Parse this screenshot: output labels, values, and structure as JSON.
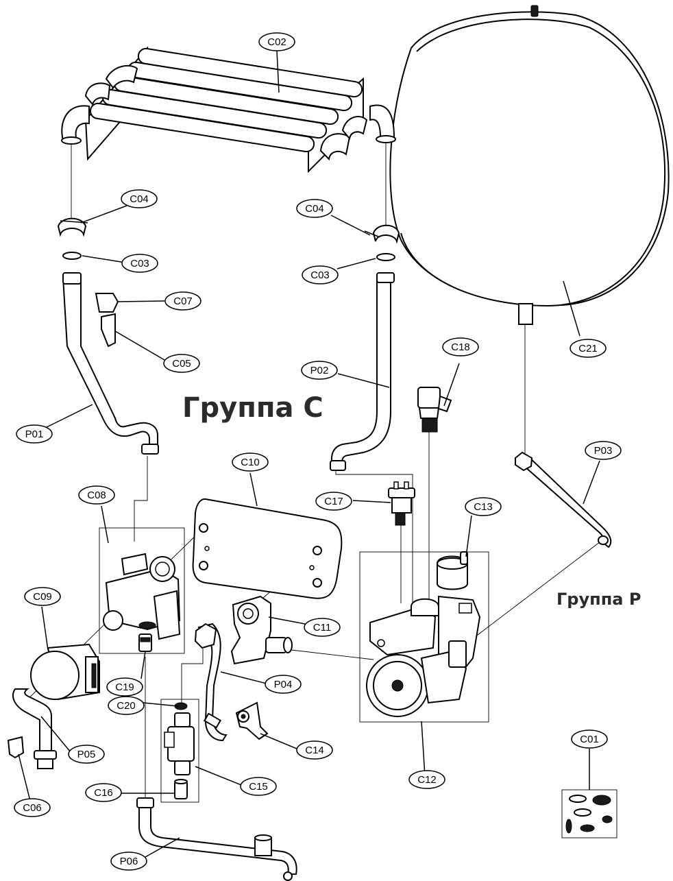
{
  "groups": {
    "group_c": "Группа С",
    "group_p": "Группа Р"
  },
  "callouts": {
    "C01": "C01",
    "C02": "C02",
    "C03_left": "C03",
    "C03_right": "C03",
    "C04_left": "C04",
    "C04_right": "C04",
    "C05": "C05",
    "C06": "C06",
    "C07": "C07",
    "C08": "C08",
    "C09": "C09",
    "C10": "C10",
    "C11": "C11",
    "C12": "C12",
    "C13": "C13",
    "C14": "C14",
    "C15": "C15",
    "C16": "C16",
    "C17": "C17",
    "C18": "C18",
    "C19": "C19",
    "C20": "C20",
    "C21": "C21",
    "P01": "P01",
    "P02": "P02",
    "P03": "P03",
    "P04": "P04",
    "P05": "P05",
    "P06": "P06"
  }
}
